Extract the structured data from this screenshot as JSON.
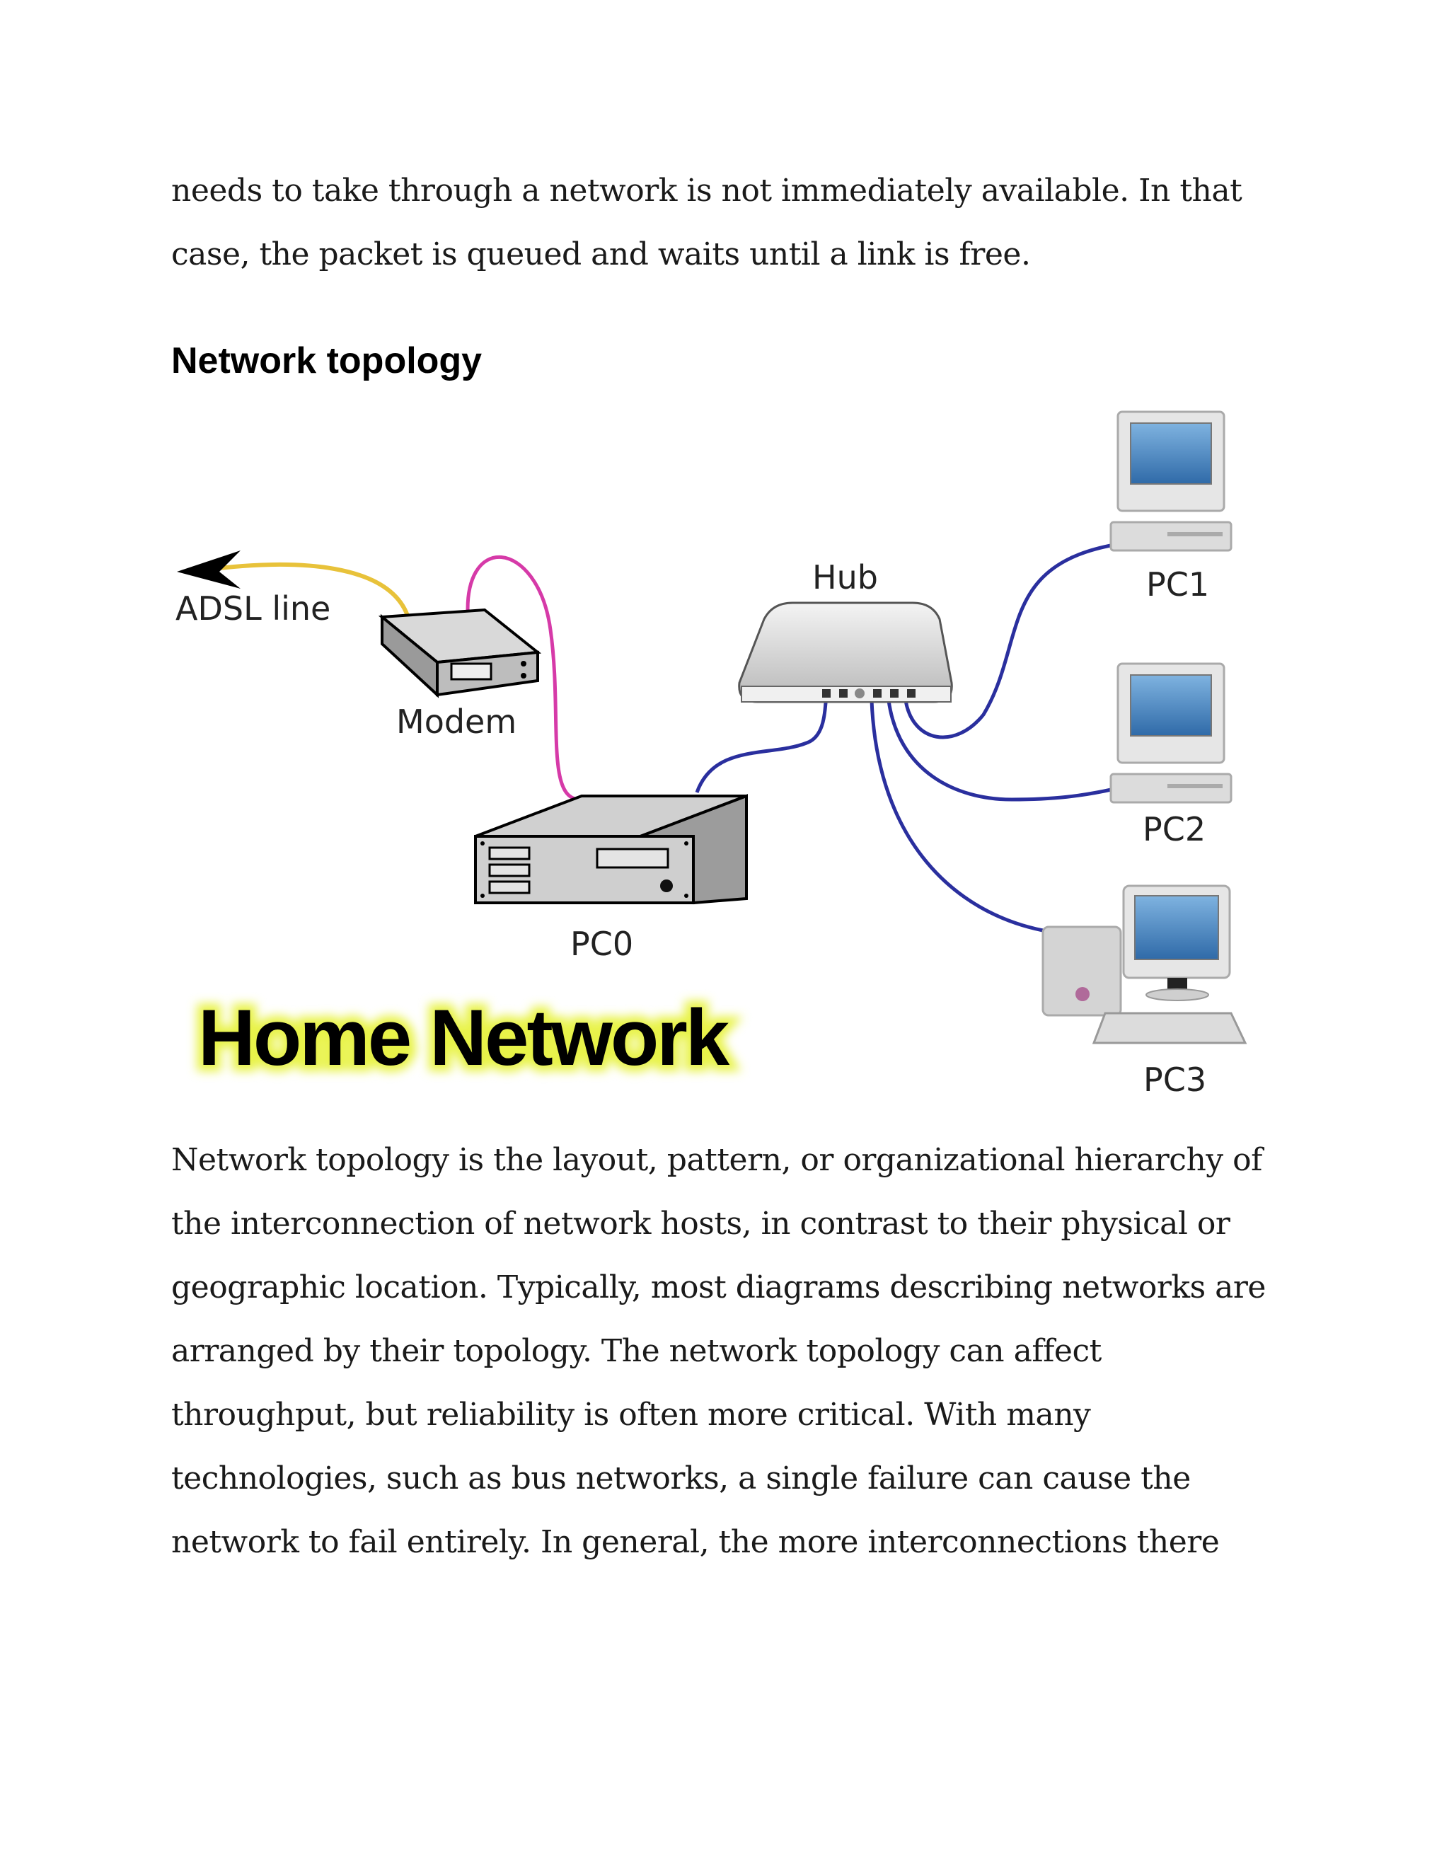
{
  "intro": {
    "lines": [
      "needs to take through a network is not immediately available. In that",
      "case, the packet is queued and waits until a link is free."
    ]
  },
  "heading": "Network topology",
  "figure": {
    "labels": {
      "adsl": "ADSL line",
      "modem": "Modem",
      "hub": "Hub",
      "pc0": "PC0",
      "pc1": "PC1",
      "pc2": "PC2",
      "pc3": "PC3",
      "title": "Home Network"
    },
    "colors": {
      "adsl_cable": "#e8c23a",
      "modem_cable": "#d63aa8",
      "lan_cable": "#2a2f9e",
      "screen": "#3b78b8",
      "title_glow": "#e8f34a"
    }
  },
  "body": {
    "lines": [
      "Network topology is the layout, pattern, or organizational hierarchy of",
      "the interconnection of network hosts, in contrast to their physical or",
      "geographic location. Typically, most diagrams describing networks are",
      "arranged by their topology. The network topology can affect",
      "throughput, but reliability is often more critical. With many",
      "technologies, such as bus networks, a single failure can cause the",
      "network to fail entirely. In general, the more interconnections there"
    ]
  }
}
